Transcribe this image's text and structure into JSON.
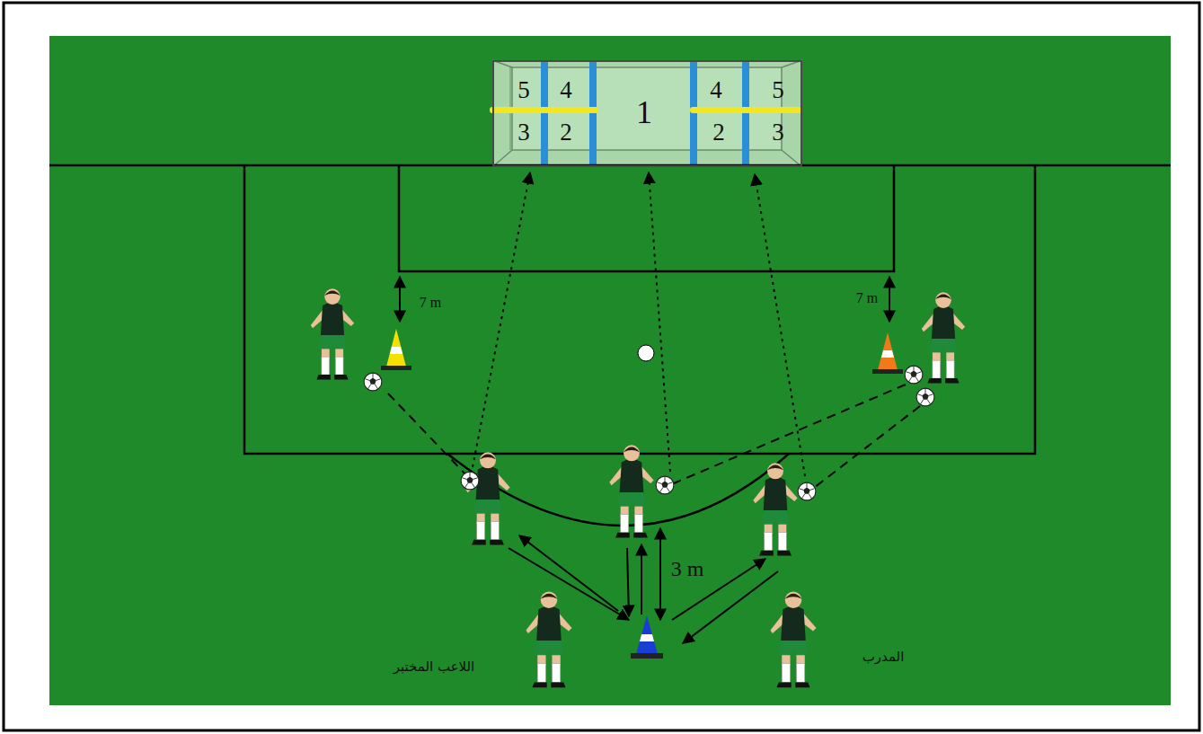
{
  "diagram": {
    "nodes": [
      {
        "text": [
          "5",
          "4",
          "1",
          "4",
          "5",
          "3",
          "2",
          "2",
          "3"
        ]
      }
    ],
    "labels": [
      "7 m",
      "7 m",
      "3 m",
      "اللاعب المختبر",
      "المدرب"
    ]
  }
}
